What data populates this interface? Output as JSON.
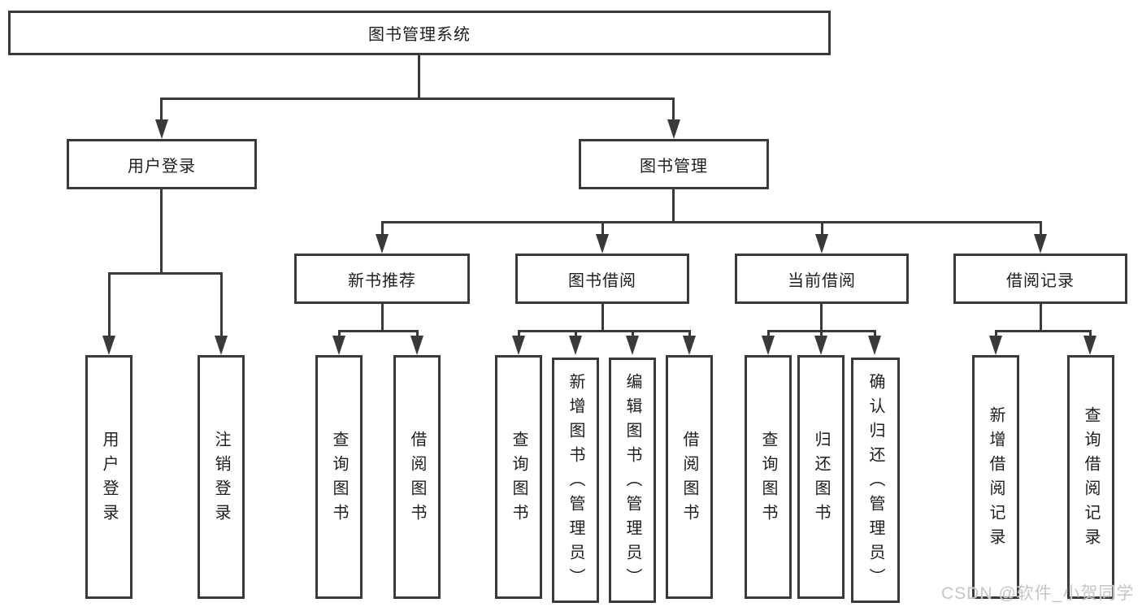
{
  "diagram": {
    "root": {
      "label": "图书管理系统"
    },
    "branches": [
      {
        "label": "用户登录",
        "leaves": [
          "用户登录",
          "注销登录"
        ]
      },
      {
        "label": "图书管理",
        "groups": [
          {
            "label": "新书推荐",
            "leaves": [
              "查询图书",
              "借阅图书"
            ]
          },
          {
            "label": "图书借阅",
            "leaves": [
              "查询图书",
              "新增图书（管理员）",
              "编辑图书（管理员）",
              "借阅图书"
            ]
          },
          {
            "label": "当前借阅",
            "leaves": [
              "查询图书",
              "归还图书",
              "确认归还（管理员）"
            ]
          },
          {
            "label": "借阅记录",
            "leaves": [
              "新增借阅记录",
              "查询借阅记录"
            ]
          }
        ]
      }
    ]
  },
  "watermark": {
    "text": "CSDN @软件_小贺同学"
  },
  "style": {
    "line_color": "#3a3a3a",
    "text_color": "#1e1e1e",
    "watermark_color": "#c6c6c6",
    "background": "#ffffff"
  }
}
